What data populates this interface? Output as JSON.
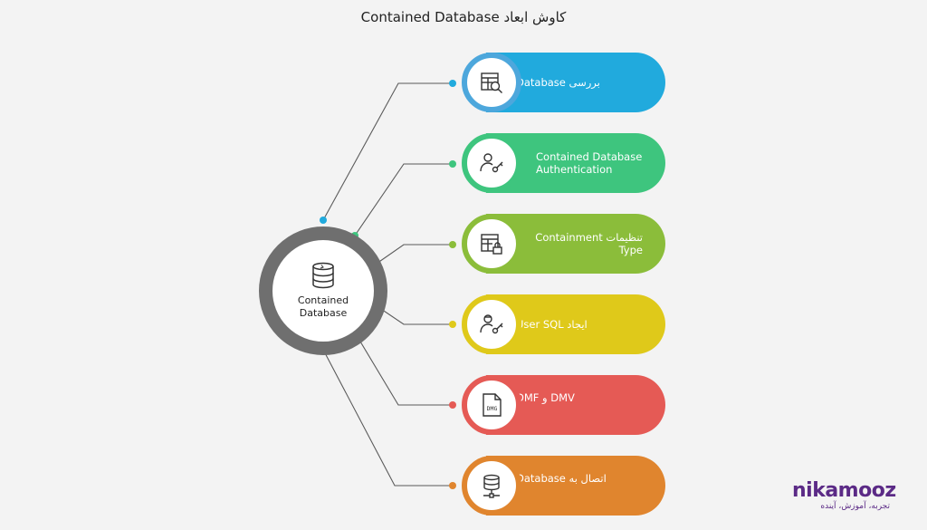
{
  "title": "کاوش ابعاد Contained Database",
  "center": {
    "label": "Contained Database"
  },
  "items": [
    {
      "label": "بررسی Database",
      "color": "#21aadd",
      "ring": "#4da7dc",
      "icon": "table-search-icon",
      "dir": "rtl"
    },
    {
      "label": "Contained Database Authentication",
      "color": "#3ec57e",
      "ring": "#3ec57e",
      "icon": "user-key-icon",
      "dir": "ltr"
    },
    {
      "label": "تنظیمات Containment Type",
      "color": "#8bbd3a",
      "ring": "#8bbd3a",
      "icon": "table-lock-icon",
      "dir": "rtl"
    },
    {
      "label": "ایجاد User SQL",
      "color": "#dfc91a",
      "ring": "#dfc91a",
      "icon": "user-key-icon",
      "dir": "rtl"
    },
    {
      "label": "DMV و DMF",
      "color": "#e55a55",
      "ring": "#e55a55",
      "icon": "dmg-file-icon",
      "dir": "rtl"
    },
    {
      "label": "اتصال به Database",
      "color": "#e0852e",
      "ring": "#e0852e",
      "icon": "database-network-icon",
      "dir": "rtl"
    }
  ],
  "logo": {
    "name": "nikamooz",
    "tagline": "تجربه، آموزش، آینده"
  }
}
